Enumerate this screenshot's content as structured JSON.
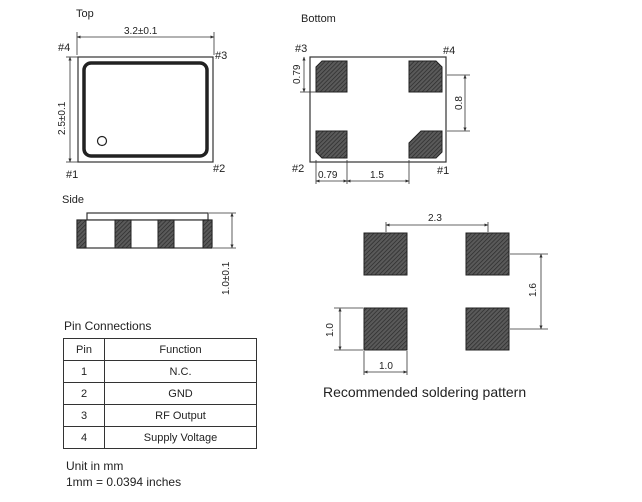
{
  "views": {
    "top": {
      "title": "Top",
      "width_dim": "3.2±0.1",
      "height_dim": "2.5±0.1",
      "pins": {
        "p1": "#1",
        "p2": "#2",
        "p3": "#3",
        "p4": "#4"
      }
    },
    "bottom": {
      "title": "Bottom",
      "dim_left": "0.79",
      "dim_right": "0.8",
      "dim_bottom_a": "0.79",
      "dim_bottom_b": "1.5",
      "pins": {
        "p1": "#1",
        "p2": "#2",
        "p3": "#3",
        "p4": "#4"
      }
    },
    "side": {
      "title": "Side",
      "height_dim": "1.0±0.1"
    },
    "soldering": {
      "title": "Recommended soldering pattern",
      "dim_spacing_x": "2.3",
      "dim_spacing_y": "1.6",
      "dim_pad_h": "1.0",
      "dim_pad_w": "1.0"
    }
  },
  "pin_table": {
    "title": "Pin Connections",
    "headers": [
      "Pin",
      "Function"
    ],
    "rows": [
      {
        "pin": "1",
        "function": "N.C."
      },
      {
        "pin": "2",
        "function": "GND"
      },
      {
        "pin": "3",
        "function": "RF Output"
      },
      {
        "pin": "4",
        "function": "Supply Voltage"
      }
    ]
  },
  "units": {
    "line1": "Unit in mm",
    "line2": "1mm = 0.0394 inches"
  }
}
